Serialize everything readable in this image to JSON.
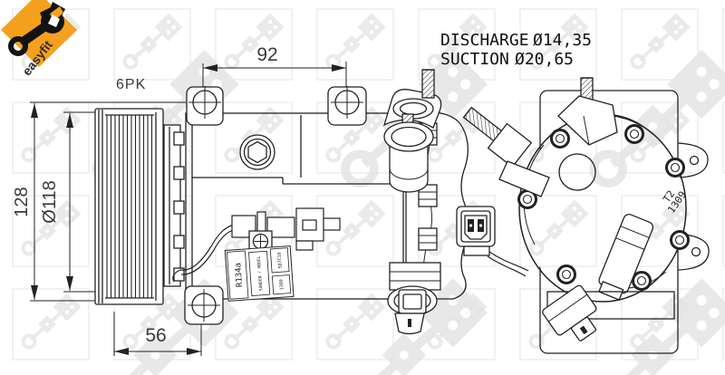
{
  "badge": {
    "label": "easyfit"
  },
  "ports": {
    "discharge_label": "DISCHARGE",
    "discharge_value": "Ø14,35",
    "suction_label": "SUCTION",
    "suction_value": "Ø20,65"
  },
  "dimensions": {
    "belt_type": "6PK",
    "top_width": "92",
    "overall_height": "128",
    "pulley_diameter": "Ø118",
    "bottom_width": "56"
  },
  "stamp": {
    "line1": "T2",
    "line2": "1309"
  },
  "sticker": {
    "refrigerant": "R134a",
    "model": "SD7C16",
    "serial": "1309",
    "note": "SANDEN / MODEL"
  },
  "colors": {
    "badge_orange": "#F5A01E",
    "line": "#222222",
    "watermark_light": "#ECECEC",
    "watermark_dark": "#E2E2E2"
  }
}
